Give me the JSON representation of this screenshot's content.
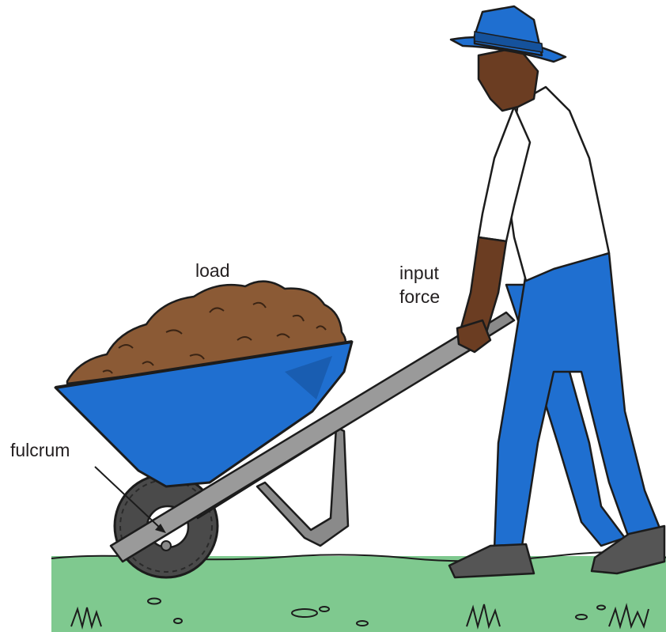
{
  "labels": {
    "load": "load",
    "input_force_line1": "input",
    "input_force_line2": "force",
    "fulcrum": "fulcrum"
  },
  "colors": {
    "wheelbarrow_tray": "#1f6fd0",
    "handles": "#8a8a8a",
    "soil": "#8b5a35",
    "tire": "#4a4a4a",
    "grass": "#7fc98f",
    "trousers": "#1f6fd0",
    "hat": "#1f6fd0",
    "shirt": "#ffffff",
    "skin": "#6b3d22",
    "boots": "#555555"
  }
}
